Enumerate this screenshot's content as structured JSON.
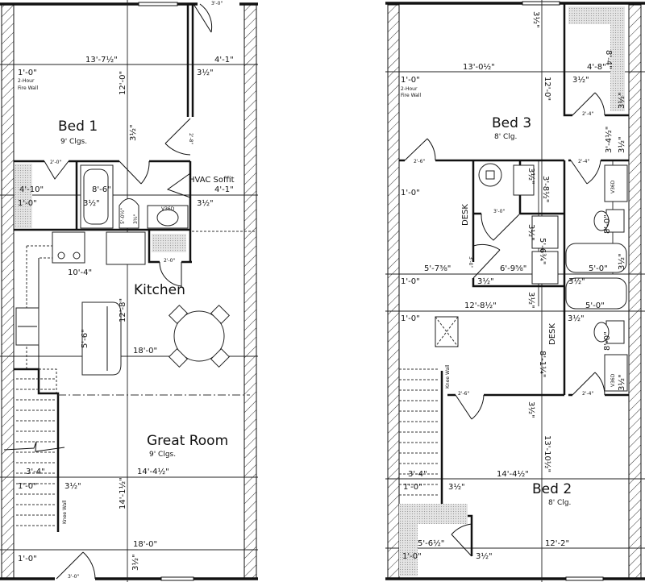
{
  "colors": {
    "line": "#111111",
    "hatch_fill": "#d8d8d8",
    "background": "#ffffff"
  },
  "left_plan": {
    "bed1": {
      "name": "Bed 1",
      "ceiling": "9' Clgs."
    },
    "kitchen": {
      "name": "Kitchen"
    },
    "great_room": {
      "name": "Great Room",
      "ceiling": "9' Clgs."
    },
    "hvac": "HVAC Soffit",
    "fire_wall": [
      "2-Hour",
      "Fire Wall"
    ],
    "knee_wall": "Knee Wall",
    "vanity": "V36D",
    "dims": [
      "3'-0\"",
      "13'-7½\"",
      "4'-1\"",
      "1'-0\"",
      "3½\"",
      "12'-0\"",
      "3½\"",
      "2'-8\"",
      "2'-0\"",
      "4'-10\"",
      "8'-6\"",
      "4'-1\"",
      "1'-0\"",
      "3½\"",
      "3½\"",
      "5'-0½\"",
      "3½\"",
      "10'-4\"",
      "2'-0\"",
      "12'-8\"",
      "5'-6\"",
      "18'-0\"",
      "3'-4\"",
      "14'-4½\"",
      "1'-0\"",
      "3½\"",
      "14'-1½\"",
      "18'-0\"",
      "1'-0\"",
      "3½\"",
      "3'-0\""
    ]
  },
  "right_plan": {
    "bed3": {
      "name": "Bed 3",
      "ceiling": "8' Clg."
    },
    "bed2": {
      "name": "Bed 2",
      "ceiling": "8' Clg."
    },
    "desk": "DESK",
    "fire_wall": [
      "2-Hour",
      "Fire Wall"
    ],
    "knee_wall": "Knee Wall",
    "vanity": "V36D",
    "dims": [
      "3½\"",
      "13'-0½\"",
      "4'-8\"",
      "8'-4\"",
      "1'-0\"",
      "12'-0\"",
      "3½\"",
      "3½\"",
      "2'-4\"",
      "3'-4½\"",
      "3½\"",
      "2'-6\"",
      "2'-4\"",
      "1'-0\"",
      "3½\"",
      "3'-8½\"",
      "3'-0\"",
      "3½\"",
      "5'-6¾\"",
      "8'-0\"",
      "3'-0\"",
      "5'-7⅜\"",
      "6'-9⅝\"",
      "5'-0\"",
      "3½\"",
      "1'-0\"",
      "3½\"",
      "3½\"",
      "3½\"",
      "12'-8½\"",
      "5'-0\"",
      "1'-0\"",
      "3½\"",
      "8'-1¼\"",
      "8'-0\"",
      "3½\"",
      "2'-6\"",
      "2'-4\"",
      "3½\"",
      "13'-10½\"",
      "3'-4\"",
      "14'-4½\"",
      "1'-0\"",
      "3½\"",
      "5'-6½\"",
      "12'-2\"",
      "1'-0\"",
      "3½\""
    ]
  }
}
